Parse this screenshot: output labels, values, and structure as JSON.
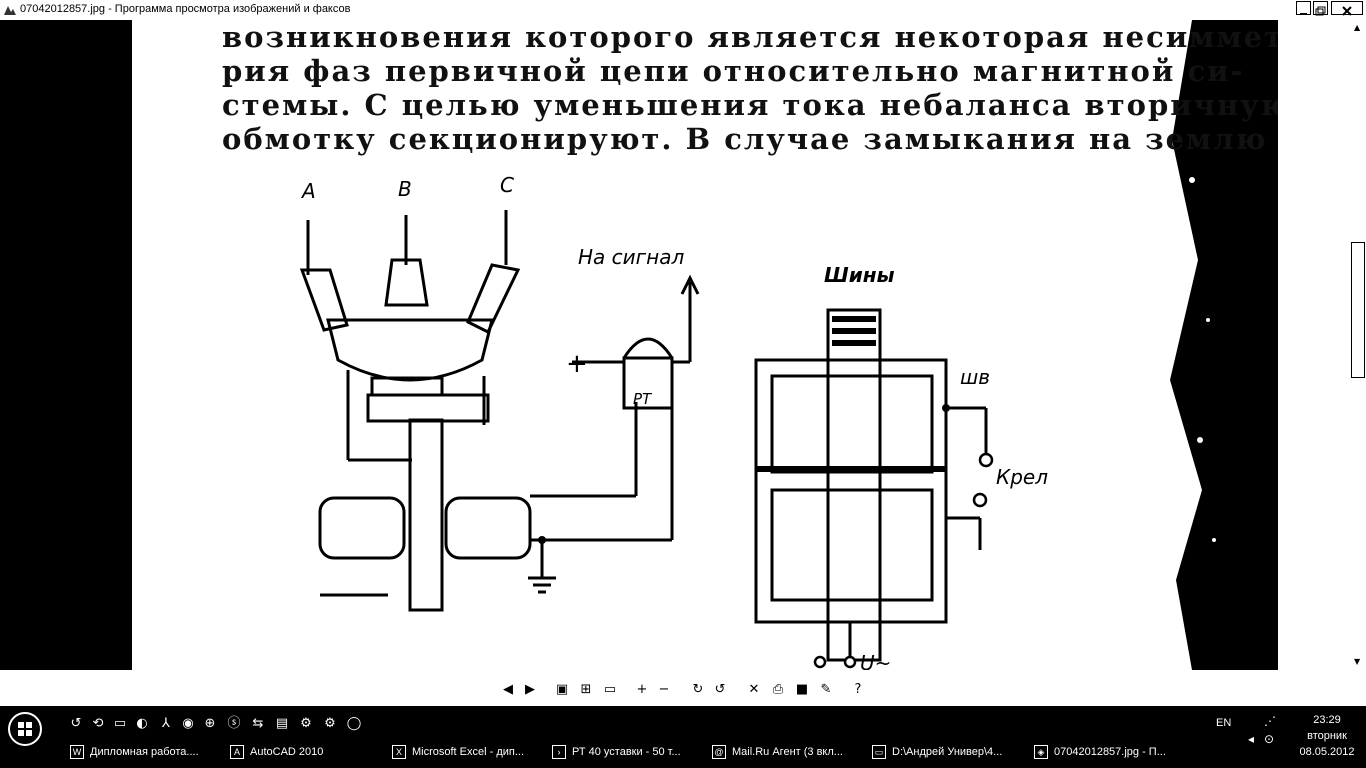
{
  "window": {
    "title": "07042012857.jpg - Программа просмотра изображений и факсов",
    "icon": "image-viewer-icon"
  },
  "document": {
    "lines": [
      "возникновения которого является некоторая несиммет-",
      "рия фаз первичной цепи относительно магнитной си-",
      "стемы. С целью уменьшения тока небаланса вторичную",
      "обмотку секционируют. В случае замыкания на землю"
    ],
    "diagram_labels": {
      "phase_a": "A",
      "phase_b": "B",
      "phase_c": "C",
      "signal": "На сигнал",
      "plus": "+",
      "relay": "РТ",
      "buses": "Шины",
      "winding": "шв",
      "relay_coil": "Крел",
      "supply": "U~"
    }
  },
  "viewer_toolbar": {
    "tools": [
      "previous-image-icon",
      "next-image-icon",
      "best-fit-icon",
      "actual-size-icon",
      "slideshow-icon",
      "zoom-in-icon",
      "zoom-out-icon",
      "rotate-clockwise-icon",
      "rotate-counterclockwise-icon",
      "delete-icon",
      "print-icon",
      "save-icon",
      "edit-icon",
      "help-icon"
    ]
  },
  "taskbar": {
    "tasks": [
      {
        "label": "Дипломная работа....",
        "icon": "word-icon"
      },
      {
        "label": "AutoCAD 2010",
        "icon": "autocad-icon"
      },
      {
        "label": "Microsoft Excel - дип...",
        "icon": "excel-icon"
      },
      {
        "label": "РТ 40 уставки - 50 т...",
        "icon": "browser-icon"
      },
      {
        "label": "Mail.Ru Агент (3 вкл...",
        "icon": "mail-agent-icon"
      },
      {
        "label": "D:\\Андрей Универ\\4...",
        "icon": "folder-icon"
      },
      {
        "label": "07042012857.jpg - П...",
        "icon": "image-viewer-icon"
      }
    ],
    "language": "EN",
    "time": "23:29",
    "weekday": "вторник",
    "date": "08.05.2012"
  }
}
